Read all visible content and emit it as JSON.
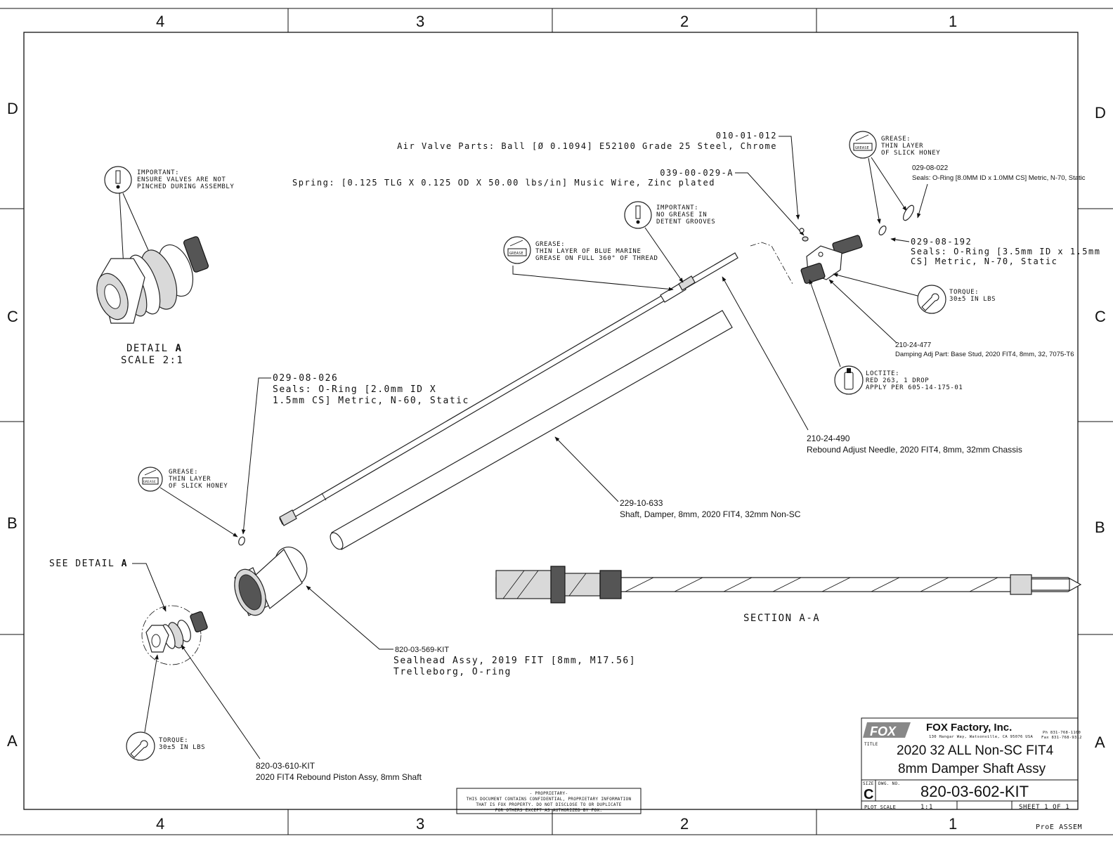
{
  "border": {
    "columns": [
      "4",
      "3",
      "2",
      "1"
    ],
    "rows": [
      "D",
      "C",
      "B",
      "A"
    ]
  },
  "detail_a": {
    "note_label": "IMPORTANT:",
    "note_line1": "ENSURE VALVES ARE NOT",
    "note_line2": "PINCHED DURING ASSEMBLY",
    "title_prefix": "DETAIL",
    "title_letter": "A",
    "scale": "SCALE  2:1"
  },
  "see_detail": {
    "prefix": "SEE DETAIL",
    "letter": "A"
  },
  "section_label": "SECTION  A-A",
  "callouts": {
    "ball": {
      "number": "010-01-012",
      "desc": "Air Valve Parts: Ball [Ø 0.1094] E52100 Grade 25 Steel, Chrome"
    },
    "spring": {
      "number": "039-00-029-A",
      "desc": "Spring: [0.125 TLG X 0.125 OD X 50.00 lbs/in] Music Wire, Zinc plated"
    },
    "oring_8": {
      "number": "029-08-022",
      "desc": "Seals: O-Ring [8.0MM ID x 1.0MM CS] Metric, N-70, Static"
    },
    "oring_35": {
      "number": "029-08-192",
      "line1": "Seals: O-Ring [3.5mm ID x 1.5mm",
      "line2": "CS] Metric, N-70, Static"
    },
    "oring_20": {
      "number": "029-08-026",
      "line1": "Seals: O-Ring [2.0mm ID X",
      "line2": "1.5mm CS] Metric, N-60, Static"
    },
    "base_stud": {
      "number": "210-24-477",
      "desc": "Damping Adj Part: Base Stud, 2020 FIT4, 8mm, 32, 7075-T6"
    },
    "needle": {
      "number": "210-24-490",
      "desc": "Rebound Adjust Needle, 2020 FIT4, 8mm, 32mm Chassis"
    },
    "shaft": {
      "number": "229-10-633",
      "desc": "Shaft, Damper, 8mm, 2020 FIT4, 32mm Non-SC"
    },
    "sealhead": {
      "number": "820-03-569-KIT",
      "line1": "Sealhead Assy, 2019 FIT [8mm, M17.56]",
      "line2": "Trelleborg, O-ring"
    },
    "piston": {
      "number": "820-03-610-KIT",
      "desc": "2020 FIT4 Rebound Piston Assy, 8mm Shaft"
    }
  },
  "notes": {
    "grease_top_right": {
      "l1": "GREASE:",
      "l2": "THIN LAYER",
      "l3": "OF SLICK HONEY"
    },
    "grease_blue": {
      "l1": "GREASE:",
      "l2": "THIN LAYER OF BLUE MARINE",
      "l3": "GREASE ON FULL 360° OF THREAD"
    },
    "no_grease": {
      "l1": "IMPORTANT:",
      "l2": "NO GREASE IN",
      "l3": "DETENT GROOVES"
    },
    "torque_right": {
      "l1": "TORQUE:",
      "l2": "30±5 IN LBS"
    },
    "loctite": {
      "l1": "LOCTITE:",
      "l2": "RED 263, 1 DROP",
      "l3": "APPLY PER 605-14-175-01"
    },
    "grease_left": {
      "l1": "GREASE:",
      "l2": "THIN LAYER",
      "l3": "OF SLICK HONEY"
    },
    "torque_left": {
      "l1": "TORQUE:",
      "l2": "30±5 IN LBS"
    }
  },
  "icons": {
    "grease_tag": "GREASE",
    "loctite_tag": "LOCTITE"
  },
  "proprietary": {
    "l1": "- PROPRIETARY-",
    "l2": "THIS DOCUMENT CONTAINS CONFIDENTIAL, PROPRIETARY INFORMATION",
    "l3": "THAT IS FOX PROPERTY.  DO NOT DISCLOSE TO OR DUPLICATE",
    "l4": "FOR OTHERS EXCEPT AS AUTHORIZED BY FOX."
  },
  "title_block": {
    "logo": "FOX",
    "company": "FOX Factory, Inc.",
    "address": "130 Hangar Way, Watsonville, CA 95076 USA",
    "phone": "Ph 831-768-1100",
    "fax": "Fax 831-768-9312",
    "title_label": "TITLE",
    "title_line1": "2020 32 ALL Non-SC FIT4",
    "title_line2": "8mm Damper Shaft Assy",
    "size_label": "SIZE",
    "size": "C",
    "dwg_label": "DWG. NO.",
    "dwg_no": "820-03-602-KIT",
    "plot_scale_label": "PLOT SCALE",
    "plot_scale": "1:1",
    "sheet": "SHEET 1 OF 1",
    "software": "ProE ASSEM"
  }
}
